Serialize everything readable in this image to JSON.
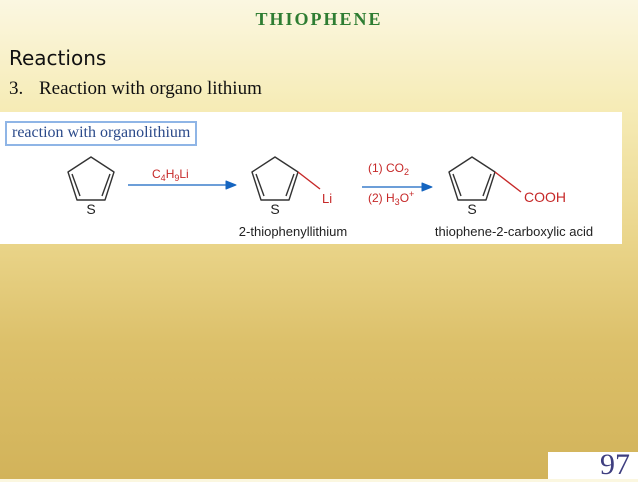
{
  "slide": {
    "title": "THIOPHENE",
    "section_heading": "Reactions",
    "item_number": "3.",
    "item_text": "Reaction with organo lithium",
    "page_number": "97"
  },
  "scheme": {
    "label": "reaction with organolithium",
    "atom_s": "S",
    "substituent_li": "Li",
    "substituent_cooh": "COOH",
    "reagent_1": {
      "main": "C",
      "sub1": "4",
      "mid": "H",
      "sub2": "9",
      "tail": "Li"
    },
    "reagent_2_step1": {
      "main": "(1) CO",
      "sub": "2"
    },
    "reagent_2_step2": {
      "main": "(2) H",
      "sub": "3",
      "mid": "O",
      "sup": "+"
    },
    "intermediate_name": "2-thiophenyllithium",
    "product_name": "thiophene-2-carboxylic acid"
  },
  "colors": {
    "title": "#2e7d32",
    "reagent_text": "#c62828",
    "arrow": "#1565c0",
    "label_border": "#8fb5e6"
  }
}
